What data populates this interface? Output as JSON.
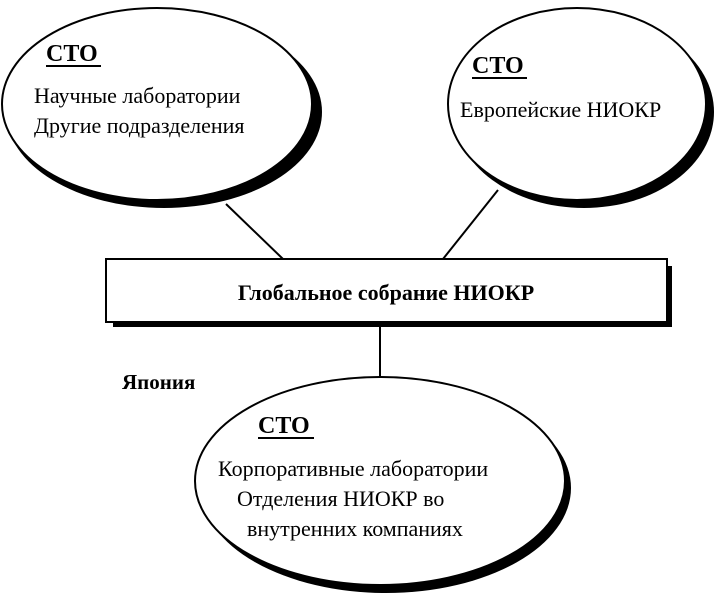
{
  "nodes": {
    "left": {
      "header": "СТО",
      "lines": [
        "Научные лаборатории",
        "Другие подразделения"
      ]
    },
    "right": {
      "header": "СТО",
      "lines": [
        "Европейские НИОКР"
      ]
    },
    "center": {
      "title": "Глобальное собрание НИОКР"
    },
    "bottom": {
      "region": "Япония",
      "header": "СТО",
      "lines": [
        "Корпоративные лаборатории",
        "Отделения НИОКР во",
        "внутренних компаниях"
      ]
    }
  },
  "colors": {
    "stroke": "#000000",
    "shadow": "#000000",
    "fill": "#ffffff"
  }
}
